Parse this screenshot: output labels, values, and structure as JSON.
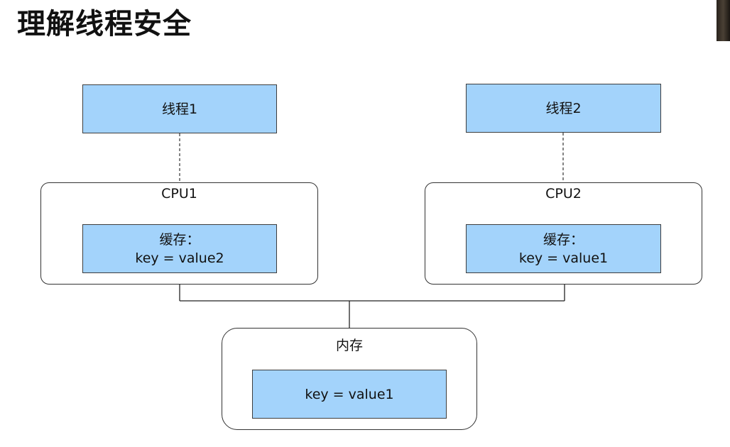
{
  "title": "理解线程安全",
  "thread1": {
    "label": "线程1"
  },
  "thread2": {
    "label": "线程2"
  },
  "cpu1": {
    "label": "CPU1",
    "cache_title": "缓存：",
    "cache_value": "key = value2"
  },
  "cpu2": {
    "label": "CPU2",
    "cache_title": "缓存：",
    "cache_value": "key = value1"
  },
  "memory": {
    "label": "内存",
    "value": "key = value1"
  },
  "colors": {
    "box_fill": "#a3d3fb",
    "border": "#333333"
  }
}
